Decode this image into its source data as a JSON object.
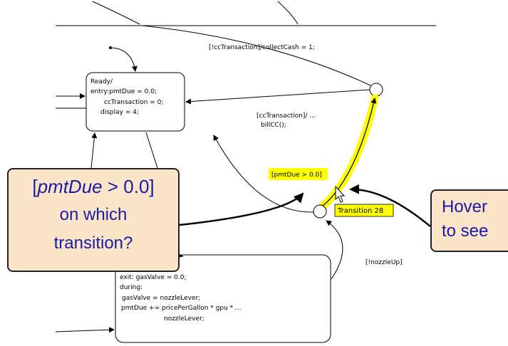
{
  "states": {
    "ready": {
      "lines": [
        "Ready/",
        "entry:pmtDue = 0.0;",
        "ccTransaction = 0;",
        "display = 4;"
      ]
    },
    "bottom": {
      "lines": [
        "exit: gasValve = 0.0;",
        "during:",
        "gasValve = nozzleLever;",
        "pmtDue += pricePerGallon * gpu * ...",
        "nozzleLever;"
      ]
    }
  },
  "transitions": {
    "collect_cash": "[!ccTransaction]/collectCash = 1;",
    "cc_transaction": "[ccTransaction]/ ...",
    "bill_cc": "billCC();",
    "pmt_due": "[pmtDue > 0.0]",
    "nozzle_up": "[!nozzleUp]"
  },
  "tooltip": {
    "text": "Transition 28"
  },
  "callouts": {
    "left": {
      "condition_open": "[",
      "condition_var": "pmtDue",
      "condition_rest": " > 0.0]",
      "line2": "on which",
      "line3": "transition?"
    },
    "right": {
      "line1": "Hover",
      "line2": "to see"
    }
  },
  "colors": {
    "highlight": "#ffff00",
    "callout_bg": "#fbe5c8",
    "callout_text": "#1a1aa6"
  }
}
